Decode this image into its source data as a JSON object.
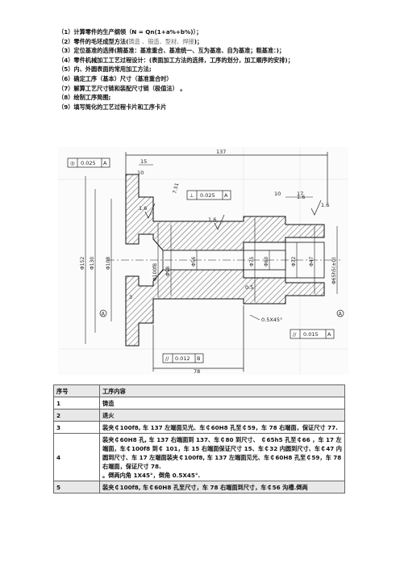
{
  "steps": [
    {
      "main": "（1）计算零件的生产纲领（N = Qn(1+a%+b%)）；"
    },
    {
      "main": "（2）零件的毛坯成型方法(",
      "hint": "铸造 、锻造、型材、焊接",
      "tail": ")；"
    },
    {
      "main": "（3）定位基准的选择(精基准：基准重合、基准统一、互为基准、自为基准；粗基准：)；"
    },
    {
      "main": "（4）零件机械加工工艺过程设计：(表面加工方法的选择，工序的划分，加工顺序的安排)；"
    },
    {
      "main": "（5）内、外圆表面的常用加工方法;"
    },
    {
      "main": "（6）确定工序（基本）尺寸（基准重合时）"
    },
    {
      "main": "（7）解算工艺尺寸链和装配尺寸链（极值法）  。"
    },
    {
      "main": "（8）绘制工序简图;"
    },
    {
      "main": "（9）填写简化的工艺过程卡片和工序卡片"
    }
  ],
  "drawing": {
    "dims": {
      "overall_length": "137",
      "len_15": "15",
      "len_10": "10",
      "len_17": "17",
      "len_78": "78",
      "left_3": "3",
      "chamfer_751": "7.51",
      "ra_16a": "1.6",
      "ra_16b": "1.6",
      "ra_16c": "1.6",
      "ra_16d": "1.6",
      "dia_152": "Φ152",
      "dia_130": "Φ130",
      "dia_108": "Φ108",
      "dia_100": "Φ100f8",
      "dia_98": "Φ98",
      "dia_56": "Φ56",
      "dia_75": "Φ75",
      "dia_80": "Φ80",
      "dia_32": "Φ32",
      "dia_47": "Φ47",
      "dia_65": "Φ65h5(±0)",
      "chamfer_05": "0.5",
      "chamfer_bot": "0.5X45°",
      "ra_right": "1.6",
      "marker_a": "A"
    },
    "tolerances": [
      {
        "sym": "◎",
        "val": "0.025",
        "ref": "A"
      },
      {
        "sym": "⊥",
        "val": "0.025",
        "ref": "A"
      },
      {
        "sym": "//",
        "val": "0.015",
        "ref": "A"
      },
      {
        "sym": "//",
        "val": "0.012",
        "ref": "B"
      }
    ]
  },
  "table": {
    "headers": [
      "序号",
      "工序内容"
    ],
    "rows": [
      {
        "no": "1",
        "content": "铸造"
      },
      {
        "no": "2",
        "content": "退火"
      },
      {
        "no": "3",
        "content": "装夹￠100f8, 车 137 左端面见光、车￠60H8 孔至￠59，车 78 右端面，保证尺寸 77."
      },
      {
        "no": "4",
        "content": "装夹￠60H8 孔, 车 137 右端面到 137、车￠80 到尺寸、 ￠65h5 孔至￠66 ，车 17 左端面，车￠100f8 到￠ 101，车 15 右端面保证尺寸 15、车￠32 内圆到尺寸、车￠47 内圆到尺寸、车 17 左端面装夹￠100f8, 车 137 左端面见光、车￠60H8 孔至￠59，车 78 右端面，保证尺寸 78.\n。倒两内角 1X45°，倒角 0.5X45°."
      },
      {
        "no": "5",
        "content": "装夹￠100f8, 车￠60H8 孔至尺寸，车 78 右端面到尺寸，车￠56 沟槽.倒两"
      }
    ]
  }
}
